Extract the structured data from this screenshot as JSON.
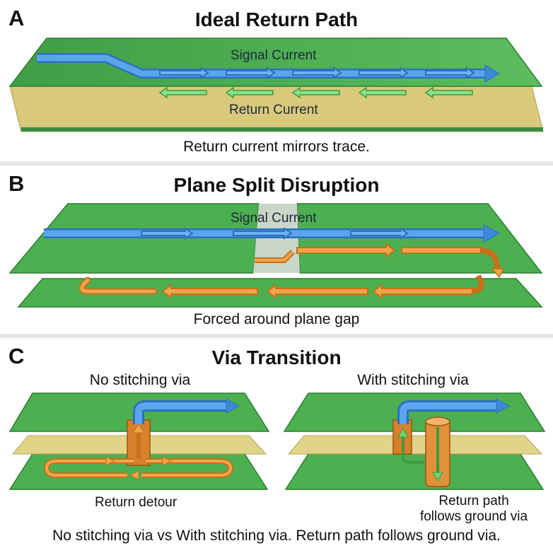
{
  "panels": [
    {
      "letter": "A",
      "title": "Ideal Return Path",
      "signal_label": "Signal Current",
      "return_label": "Return Current",
      "caption": "Return current mirrors trace."
    },
    {
      "letter": "B",
      "title": "Plane Split Disruption",
      "signal_label": "Signal Current",
      "caption": "Forced around plane gap"
    },
    {
      "letter": "C",
      "title": "Via Transition",
      "left_label": "No stitching via",
      "right_label": "With stitching via",
      "left_note": "Return detour",
      "right_note_line1": "Return path",
      "right_note_line2": "follows ground via",
      "caption": "No stitching via vs With stitching via. Return path follows ground via."
    }
  ],
  "colors": {
    "board_green": "#4caf50",
    "board_edge": "#2e7d32",
    "substrate": "#d9c97a",
    "signal_blue": "#3b8ad9",
    "return_green": "#5fc45f",
    "return_orange": "#e8902a"
  }
}
